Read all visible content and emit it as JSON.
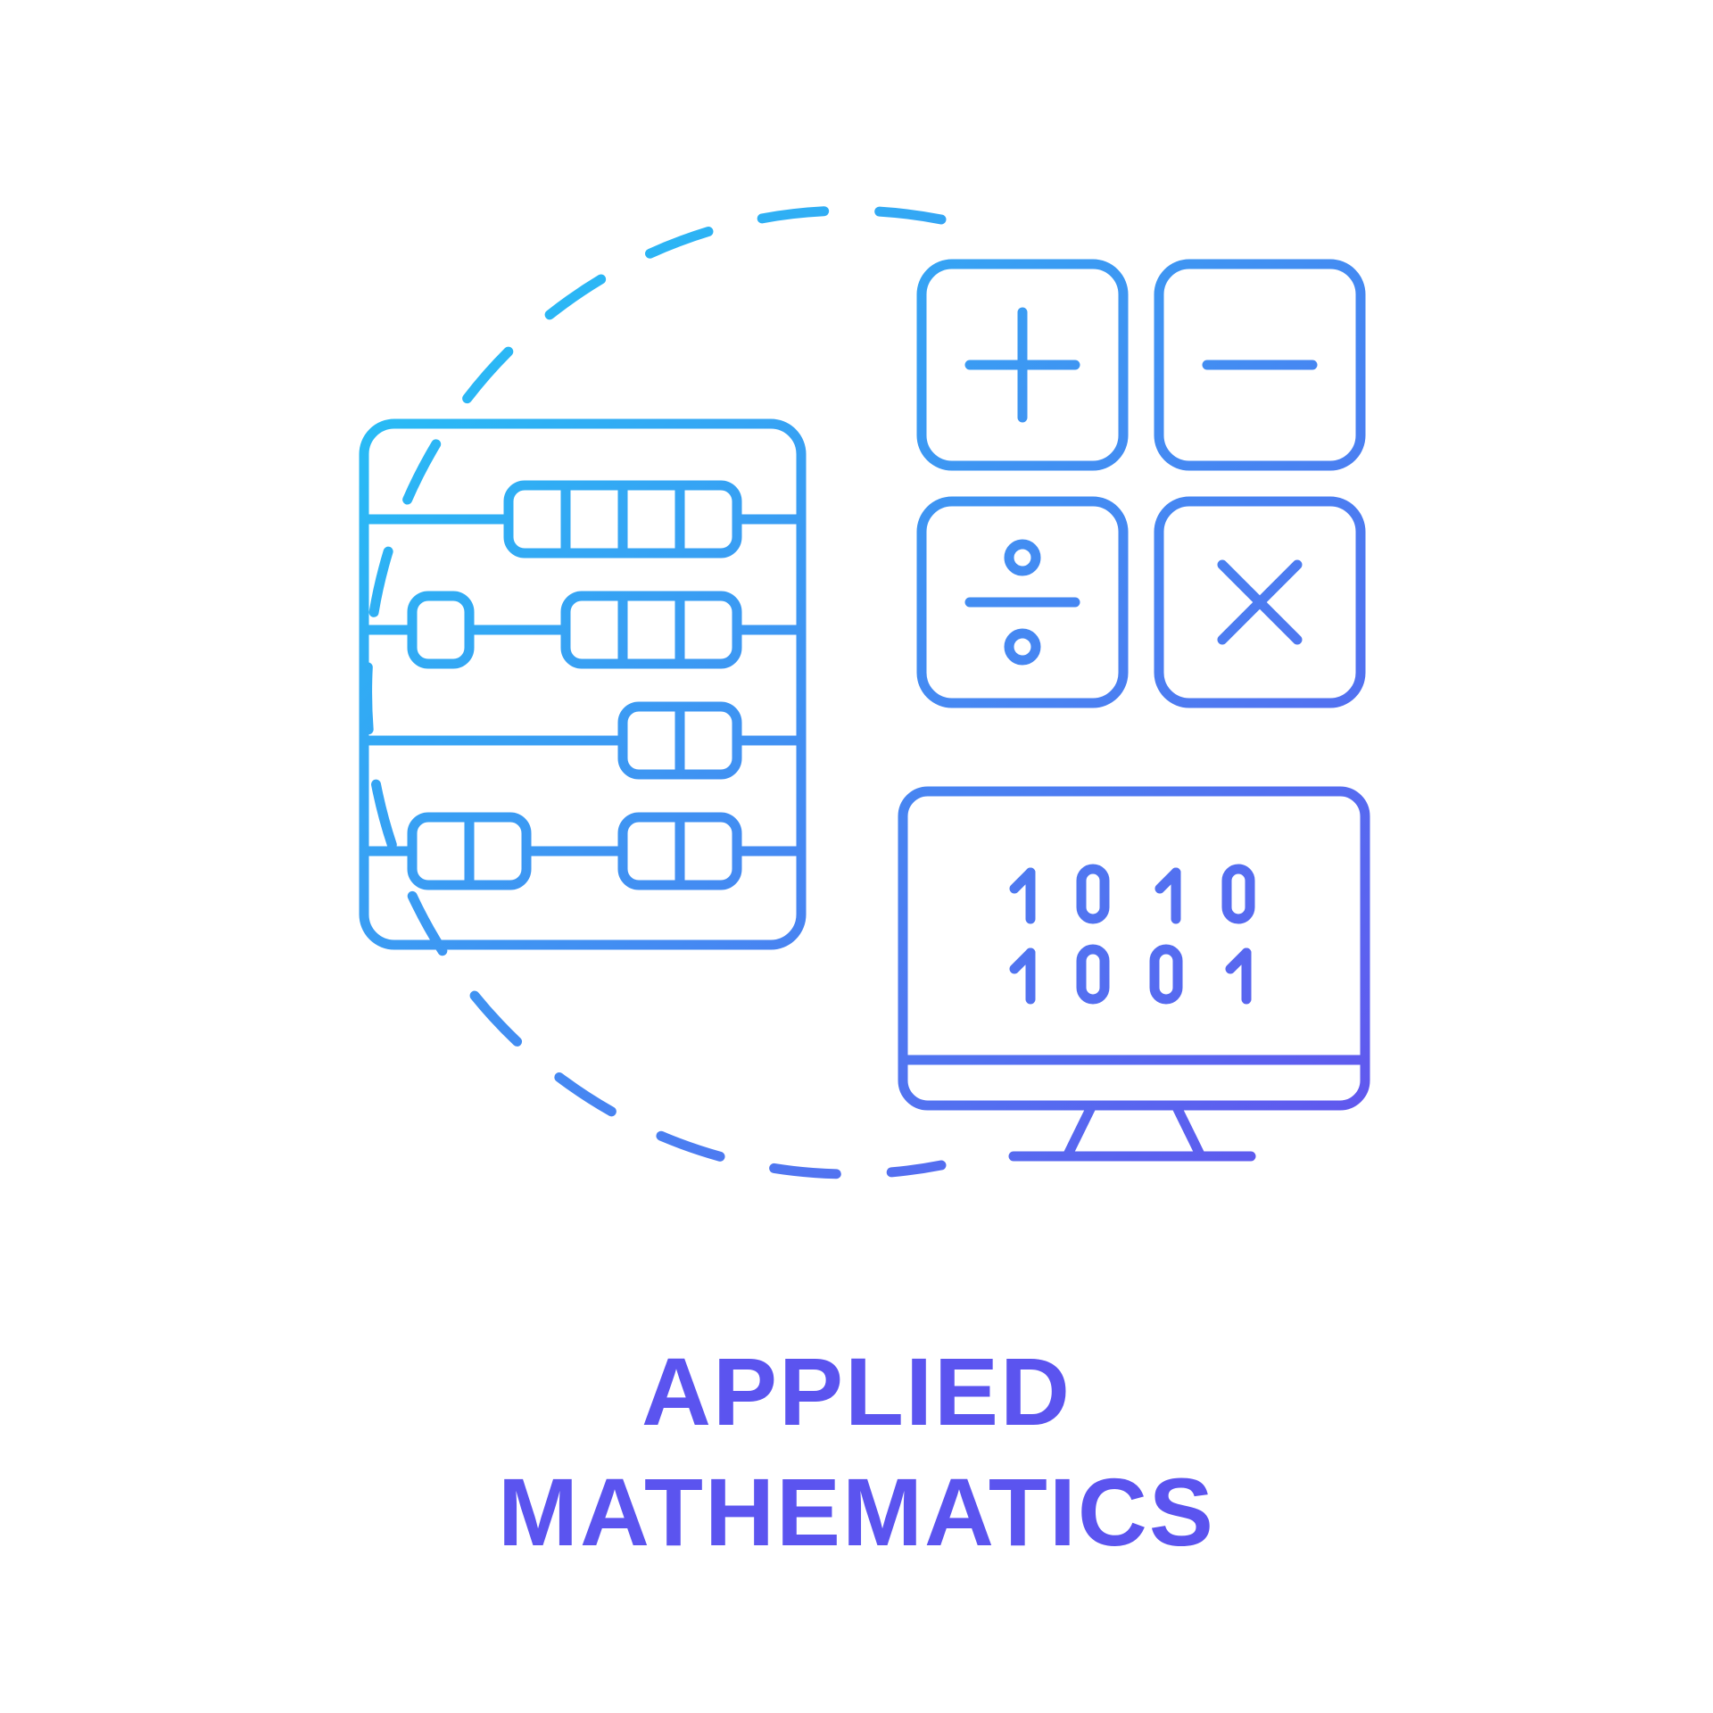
{
  "caption": {
    "line1": "APPLIED",
    "line2": "MATHEMATICS"
  },
  "monitor": {
    "binary_row1": [
      "1",
      "0",
      "1",
      "0"
    ],
    "binary_row2": [
      "1",
      "0",
      "0",
      "1"
    ]
  },
  "icons": [
    "abacus-icon",
    "plus-icon",
    "minus-icon",
    "divide-icon",
    "multiply-icon",
    "monitor-icon"
  ],
  "colors": {
    "gradient_start": "#21c8f6",
    "gradient_end": "#6255ee",
    "caption_text": "#5b54ef",
    "background": "#ffffff"
  }
}
